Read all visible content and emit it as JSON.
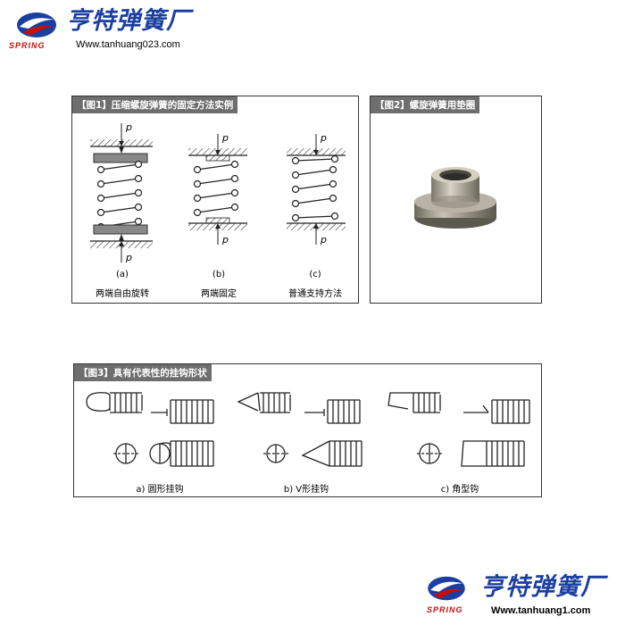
{
  "header": {
    "brand_name": "亨特弹簧厂",
    "spring_word": "SPRING",
    "url": "Www.tanhuang023.com"
  },
  "figure1": {
    "title": "【图1】压缩螺旋弹簧的固定方法实例",
    "force_label": "p",
    "items": [
      {
        "letter": "(a)",
        "caption": "两端自由旋转"
      },
      {
        "letter": "(b)",
        "caption": "两端固定"
      },
      {
        "letter": "(c)",
        "caption": "普通支持方法"
      }
    ]
  },
  "figure2": {
    "title": "【图2】螺旋弹簧用垫圈"
  },
  "figure3": {
    "title": "【图3】具有代表性的挂钩形状",
    "captions": [
      "a) 圆形挂钩",
      "b) V形挂钩",
      "c) 角型钩"
    ]
  },
  "footer": {
    "brand_name": "亨特弹簧厂",
    "spring_word": "SPRING",
    "url": "Www.tanhuang1.com"
  },
  "colors": {
    "brand_blue": "#1a3fa0",
    "spring_red": "#c01010",
    "title_bar": "#6e6e6e"
  }
}
